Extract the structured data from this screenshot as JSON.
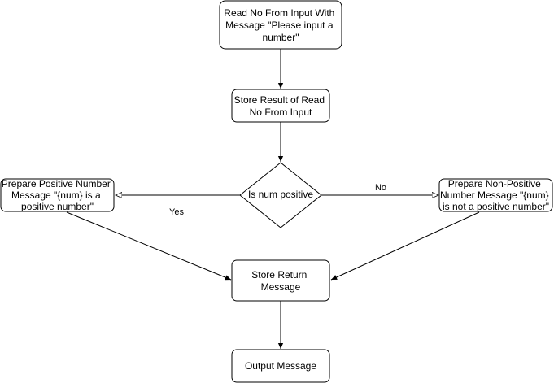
{
  "diagram": {
    "nodes": {
      "read_input": {
        "lines": [
          "Read No From Input With",
          "Message \"Please input a",
          "number\""
        ]
      },
      "store_result": {
        "lines": [
          "Store Result of Read",
          "No From Input"
        ]
      },
      "decision": {
        "lines": [
          "Is num positive"
        ]
      },
      "positive_msg": {
        "lines": [
          "Prepare Positive Number",
          "Message \"{num} is a",
          "positive number\""
        ]
      },
      "nonpositive_msg": {
        "lines": [
          "Prepare Non-Positive",
          "Number Message \"{num}",
          "is not a positive number\""
        ]
      },
      "store_return": {
        "lines": [
          "Store Return",
          "Message"
        ]
      },
      "output": {
        "lines": [
          "Output Message"
        ]
      }
    },
    "edge_labels": {
      "yes": "Yes",
      "no": "No"
    }
  }
}
